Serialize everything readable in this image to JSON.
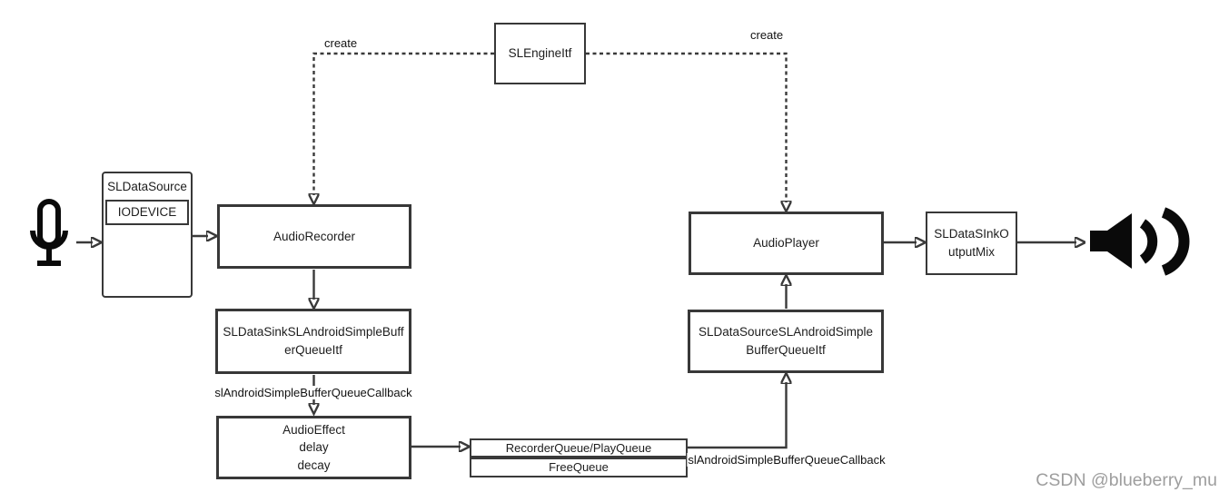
{
  "colors": {
    "background": "#ffffff",
    "box_border": "#383838",
    "connector": "#3a3a3a",
    "text": "#1d1d1d",
    "watermark": "#9e9e9e"
  },
  "nodes": {
    "engine": "SLEngineItf",
    "data_source_title": "SLDataSource",
    "data_source_device": "IODEVICE",
    "audio_recorder": "AudioRecorder",
    "data_sink_buffer_queue": "SLDataSinkSLAndroidSimpleBufferQueueItf",
    "audio_effect": "AudioEffect\ndelay\ndecay",
    "recorder_queue": "RecorderQueue/PlayQueue",
    "free_queue": "FreeQueue",
    "data_source_buffer_queue": "SLDataSourceSLAndroidSimpleBufferQueueItf",
    "audio_player": "AudioPlayer",
    "data_sink_output_mix": "SLDataSInkOutputMix"
  },
  "edge_labels": {
    "create_left": "create",
    "create_right": "create",
    "recorder_callback": "slAndroidSimpleBufferQueueCallback",
    "player_callback": "slAndroidSimpleBufferQueueCallback"
  },
  "icons": {
    "microphone": "microphone-icon",
    "speaker": "speaker-icon"
  },
  "watermark": "CSDN @blueberry_mu"
}
